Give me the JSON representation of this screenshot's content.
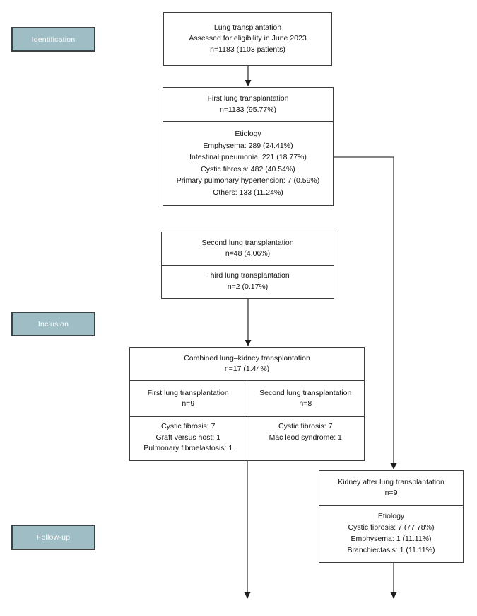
{
  "colors": {
    "stage_fill": "#9ebdc5",
    "stage_text": "#ffffff",
    "box_border": "#3d3d3d",
    "connector": "#3a3a3a",
    "text": "#141414",
    "background": "#ffffff"
  },
  "stages": [
    {
      "label": "Identification"
    },
    {
      "label": "Inclusion"
    },
    {
      "label": "Follow-up"
    }
  ],
  "boxes": {
    "eligibility": {
      "line1": "Lung transplantation",
      "line2": "Assessed for eligibility in June 2023",
      "line3": "n=1183 (1103 patients)"
    },
    "first": {
      "title": "First lung transplantation",
      "n": "n=1133 (95.77%)",
      "etiology_heading": "Etiology",
      "etiology": [
        "Emphysema: 289 (24.41%)",
        "Intestinal pneumonia: 221 (18.77%)",
        "Cystic fibrosis: 482 (40.54%)",
        "Primary pulmonary hypertension: 7 (0.59%)",
        "Others: 133 (11.24%)"
      ]
    },
    "second": {
      "title": "Second lung transplantation",
      "n": "n=48 (4.06%)"
    },
    "third": {
      "title": "Third lung transplantation",
      "n": "n=2 (0.17%)"
    },
    "combined": {
      "title": "Combined lung–kidney transplantation",
      "n": "n=17 (1.44%)",
      "left": {
        "title": "First lung transplantation",
        "n": "n=9",
        "items": [
          "Cystic fibrosis: 7",
          "Graft versus host: 1",
          "Pulmonary fibroelastosis: 1"
        ]
      },
      "right": {
        "title": "Second lung transplantation",
        "n": "n=8",
        "items": [
          "Cystic fibrosis: 7",
          "Mac leod syndrome: 1"
        ]
      }
    },
    "kidney": {
      "title": "Kidney after lung transplantation",
      "n": "n=9",
      "etiology_heading": "Etiology",
      "etiology": [
        "Cystic fibrosis: 7 (77.78%)",
        "Emphysema: 1 (11.11%)",
        "Branchiectasis: 1 (11.11%)"
      ]
    }
  }
}
